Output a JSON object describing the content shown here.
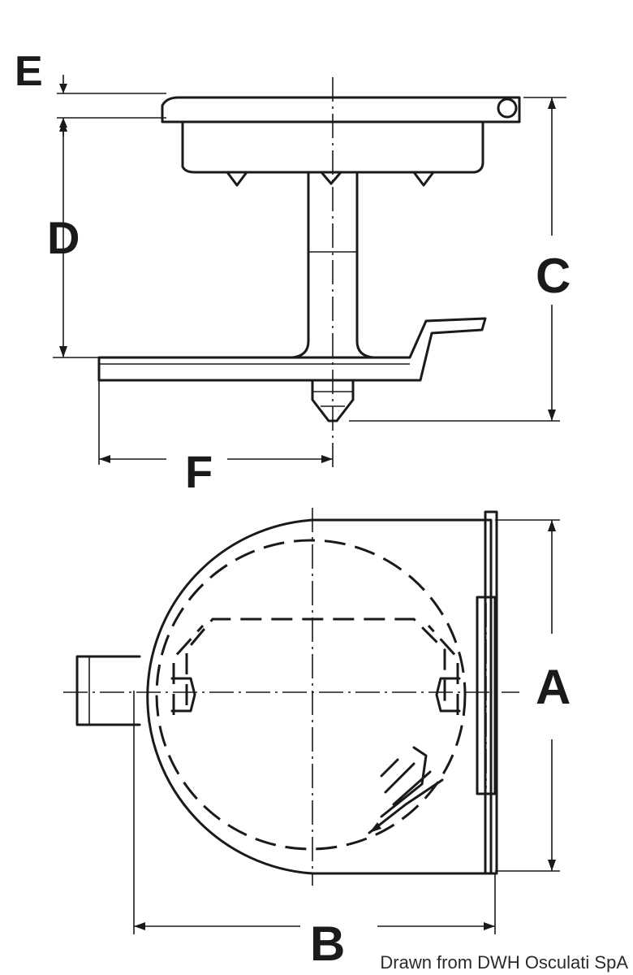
{
  "dimensions": {
    "a": "A",
    "b": "B",
    "c": "C",
    "d": "D",
    "e": "E",
    "f": "F"
  },
  "credit": "Drawn from DWH Osculati SpA"
}
